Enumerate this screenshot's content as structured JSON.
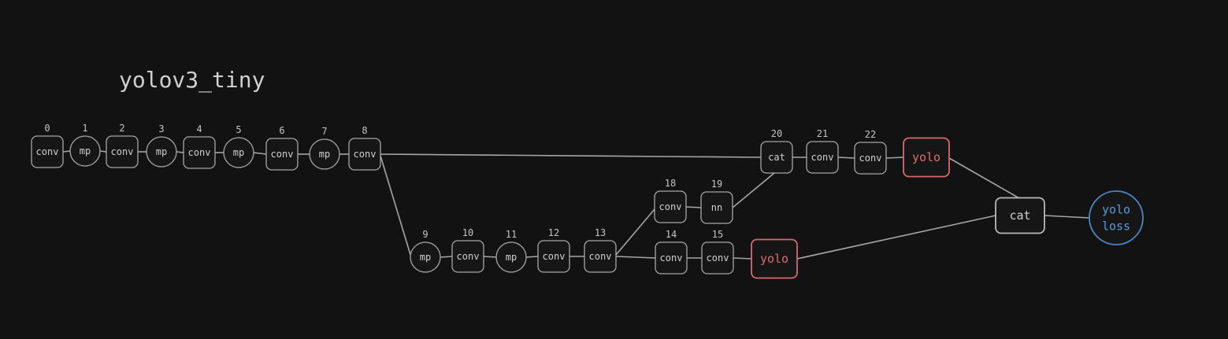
{
  "title": "yolov3_tiny",
  "nodes": [
    {
      "id": "n0",
      "index": "0",
      "label": "conv"
    },
    {
      "id": "n1",
      "index": "1",
      "label": "mp"
    },
    {
      "id": "n2",
      "index": "2",
      "label": "conv"
    },
    {
      "id": "n3",
      "index": "3",
      "label": "mp"
    },
    {
      "id": "n4",
      "index": "4",
      "label": "conv"
    },
    {
      "id": "n5",
      "index": "5",
      "label": "mp"
    },
    {
      "id": "n6",
      "index": "6",
      "label": "conv"
    },
    {
      "id": "n7",
      "index": "7",
      "label": "mp"
    },
    {
      "id": "n8",
      "index": "8",
      "label": "conv"
    },
    {
      "id": "n9",
      "index": "9",
      "label": "mp"
    },
    {
      "id": "n10",
      "index": "10",
      "label": "conv"
    },
    {
      "id": "n11",
      "index": "11",
      "label": "mp"
    },
    {
      "id": "n12",
      "index": "12",
      "label": "conv"
    },
    {
      "id": "n13",
      "index": "13",
      "label": "conv"
    },
    {
      "id": "n14",
      "index": "14",
      "label": "conv"
    },
    {
      "id": "n15",
      "index": "15",
      "label": "conv"
    },
    {
      "id": "n18",
      "index": "18",
      "label": "conv"
    },
    {
      "id": "n19",
      "index": "19",
      "label": "nn"
    },
    {
      "id": "n20",
      "index": "20",
      "label": "cat"
    },
    {
      "id": "n21",
      "index": "21",
      "label": "conv"
    },
    {
      "id": "n22",
      "index": "22",
      "label": "conv"
    },
    {
      "id": "yolo_a",
      "index": "",
      "label": "yolo"
    },
    {
      "id": "yolo_b",
      "index": "",
      "label": "yolo"
    },
    {
      "id": "cat_final",
      "index": "",
      "label": "cat"
    },
    {
      "id": "loss",
      "index": "",
      "label": [
        "yolo",
        "loss"
      ]
    }
  ],
  "edges": [
    [
      "n0",
      "n1"
    ],
    [
      "n1",
      "n2"
    ],
    [
      "n2",
      "n3"
    ],
    [
      "n3",
      "n4"
    ],
    [
      "n4",
      "n5"
    ],
    [
      "n5",
      "n6"
    ],
    [
      "n6",
      "n7"
    ],
    [
      "n7",
      "n8"
    ],
    [
      "n8",
      "n20"
    ],
    [
      "n8",
      "n9"
    ],
    [
      "n9",
      "n10"
    ],
    [
      "n10",
      "n11"
    ],
    [
      "n11",
      "n12"
    ],
    [
      "n12",
      "n13"
    ],
    [
      "n13",
      "n18"
    ],
    [
      "n13",
      "n14"
    ],
    [
      "n18",
      "n19"
    ],
    [
      "n19",
      "n20"
    ],
    [
      "n20",
      "n21"
    ],
    [
      "n21",
      "n22"
    ],
    [
      "n22",
      "yolo_a"
    ],
    [
      "n14",
      "n15"
    ],
    [
      "n15",
      "yolo_b"
    ],
    [
      "yolo_a",
      "cat_final"
    ],
    [
      "yolo_b",
      "cat_final"
    ],
    [
      "cat_final",
      "loss"
    ]
  ],
  "colors": {
    "background": "#121212",
    "node_stroke": "#a6a6a6",
    "yolo": "#d9686c",
    "loss": "#4a86c5"
  }
}
